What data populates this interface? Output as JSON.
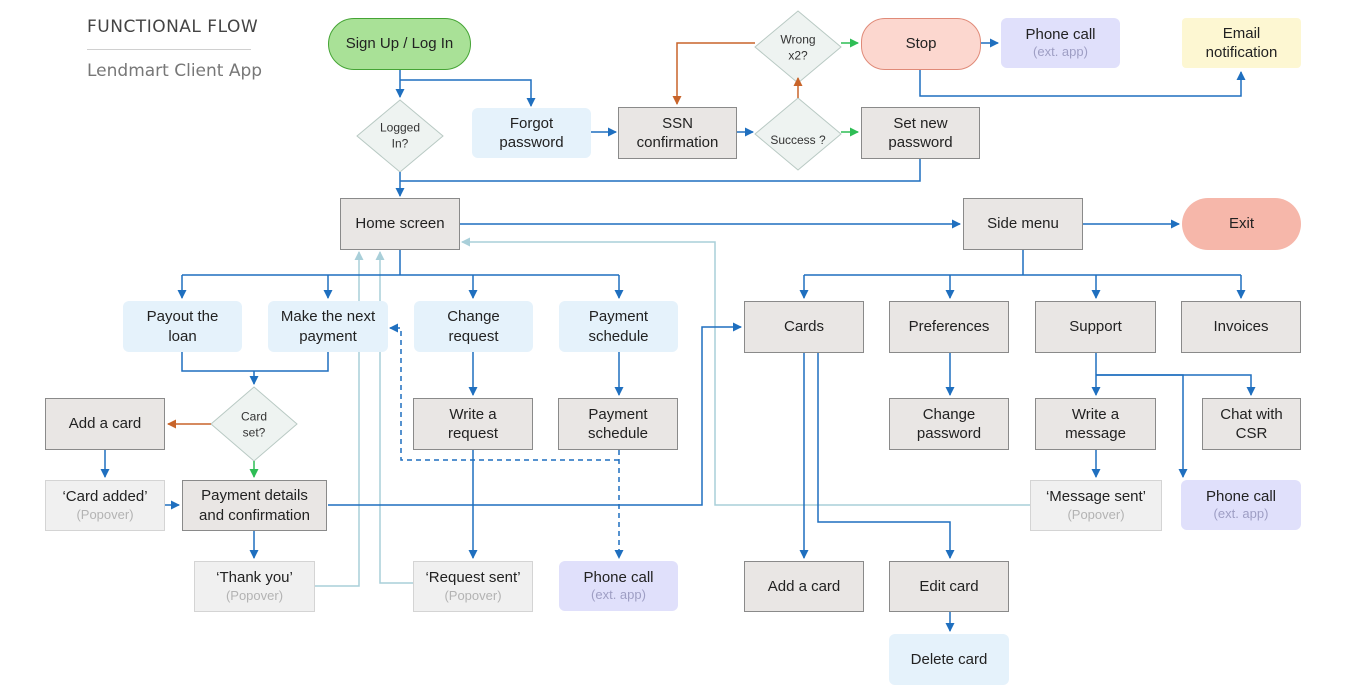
{
  "header": {
    "title": "FUNCTIONAL FLOW",
    "subtitle": "Lendmart Client App"
  },
  "nodes": {
    "signup": {
      "label": "Sign Up / Log In"
    },
    "forgot": {
      "label": "Forgot password"
    },
    "ssn": {
      "label": "SSN confirmation"
    },
    "stop": {
      "label": "Stop"
    },
    "phone_top": {
      "label": "Phone call",
      "note": "(ext. app)"
    },
    "email": {
      "label": "Email notification"
    },
    "set_pw": {
      "label": "Set new password"
    },
    "home": {
      "label": "Home screen"
    },
    "side_menu": {
      "label": "Side menu"
    },
    "exit": {
      "label": "Exit"
    },
    "payout": {
      "label": "Payout the loan"
    },
    "make_payment": {
      "label": "Make the next payment"
    },
    "change_req": {
      "label": "Change request"
    },
    "pay_sched": {
      "label": "Payment schedule"
    },
    "cards": {
      "label": "Cards"
    },
    "preferences": {
      "label": "Preferences"
    },
    "support": {
      "label": "Support"
    },
    "invoices": {
      "label": "Invoices"
    },
    "add_card_left": {
      "label": "Add a card"
    },
    "write_req": {
      "label": "Write a request"
    },
    "pay_sched2": {
      "label": "Payment schedule"
    },
    "change_pw": {
      "label": "Change password"
    },
    "write_msg": {
      "label": "Write a message"
    },
    "chat": {
      "label": "Chat with CSR"
    },
    "card_added": {
      "label": "‘Card added’",
      "note": "(Popover)"
    },
    "pay_details": {
      "label": "Payment details and confirmation"
    },
    "msg_sent": {
      "label": "‘Message sent’",
      "note": "(Popover)"
    },
    "phone_support": {
      "label": "Phone call",
      "note": "(ext. app)"
    },
    "thank_you": {
      "label": "‘Thank you’",
      "note": "(Popover)"
    },
    "req_sent": {
      "label": "‘Request sent’",
      "note": "(Popover)"
    },
    "phone_sched": {
      "label": "Phone call",
      "note": "(ext. app)"
    },
    "add_card": {
      "label": "Add a card"
    },
    "edit_card": {
      "label": "Edit card"
    },
    "delete_card": {
      "label": "Delete card"
    }
  },
  "decisions": {
    "logged_in": {
      "label": "Logged In?"
    },
    "wrong": {
      "label": "Wrong x2?"
    },
    "success": {
      "label": "Success ?"
    },
    "card_set": {
      "label": "Card set?"
    }
  },
  "colors": {
    "flow": "#1f6fbf",
    "return": "#a9cfd9",
    "no_branch": "#c8642a",
    "yes_branch": "#2ebd55",
    "decision_fill": "#eef3f1",
    "decision_stroke": "#b8c9c3"
  }
}
